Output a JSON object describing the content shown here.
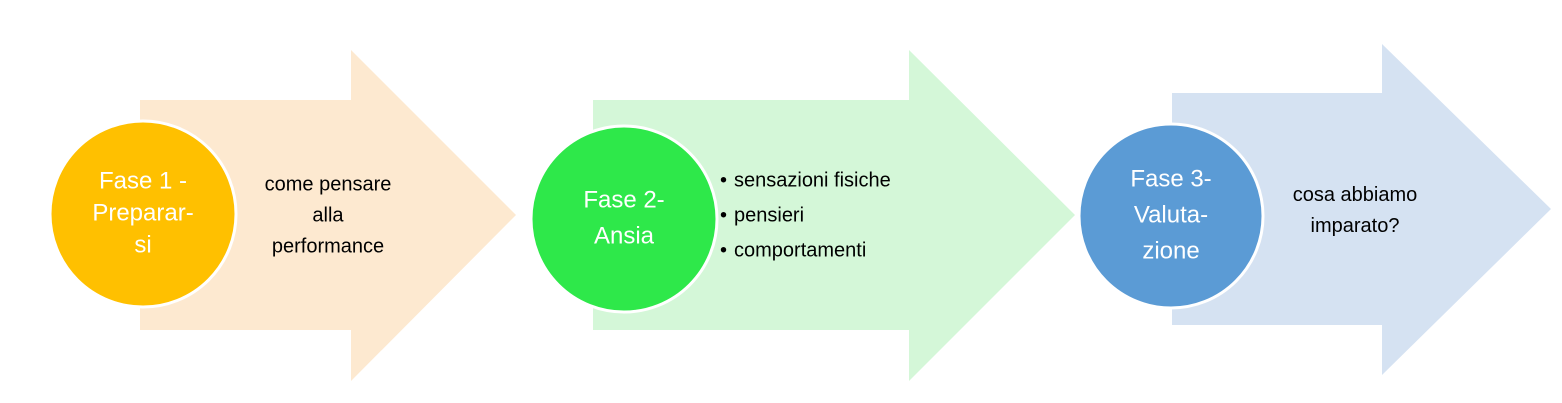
{
  "steps": [
    {
      "phase_lines": [
        "Fase 1 -",
        "Preparar-",
        "si"
      ],
      "description_lines": [
        "come pensare",
        "alla",
        "performance"
      ],
      "bullets": [],
      "arrow_color": "#FDE9D0",
      "circle_color": "#FFC000",
      "circle_stroke": "#FFFFFF"
    },
    {
      "phase_lines": [
        "Fase 2-",
        "Ansia"
      ],
      "description_lines": [],
      "bullets": [
        "sensazioni fisiche",
        "pensieri",
        "comportamenti"
      ],
      "bullet_symbol": "•",
      "arrow_color": "#D4F7D8",
      "circle_color": "#2EE84A",
      "circle_stroke": "#FFFFFF"
    },
    {
      "phase_lines": [
        "Fase 3-",
        "Valuta-",
        "zione"
      ],
      "description_lines": [
        "cosa abbiamo",
        "imparato?"
      ],
      "bullets": [],
      "arrow_color": "#D5E2F2",
      "circle_color": "#5B9BD5",
      "circle_stroke": "#FFFFFF"
    }
  ],
  "colors": {
    "phase_text": "#FFFFFF",
    "description_text": "#000000"
  }
}
